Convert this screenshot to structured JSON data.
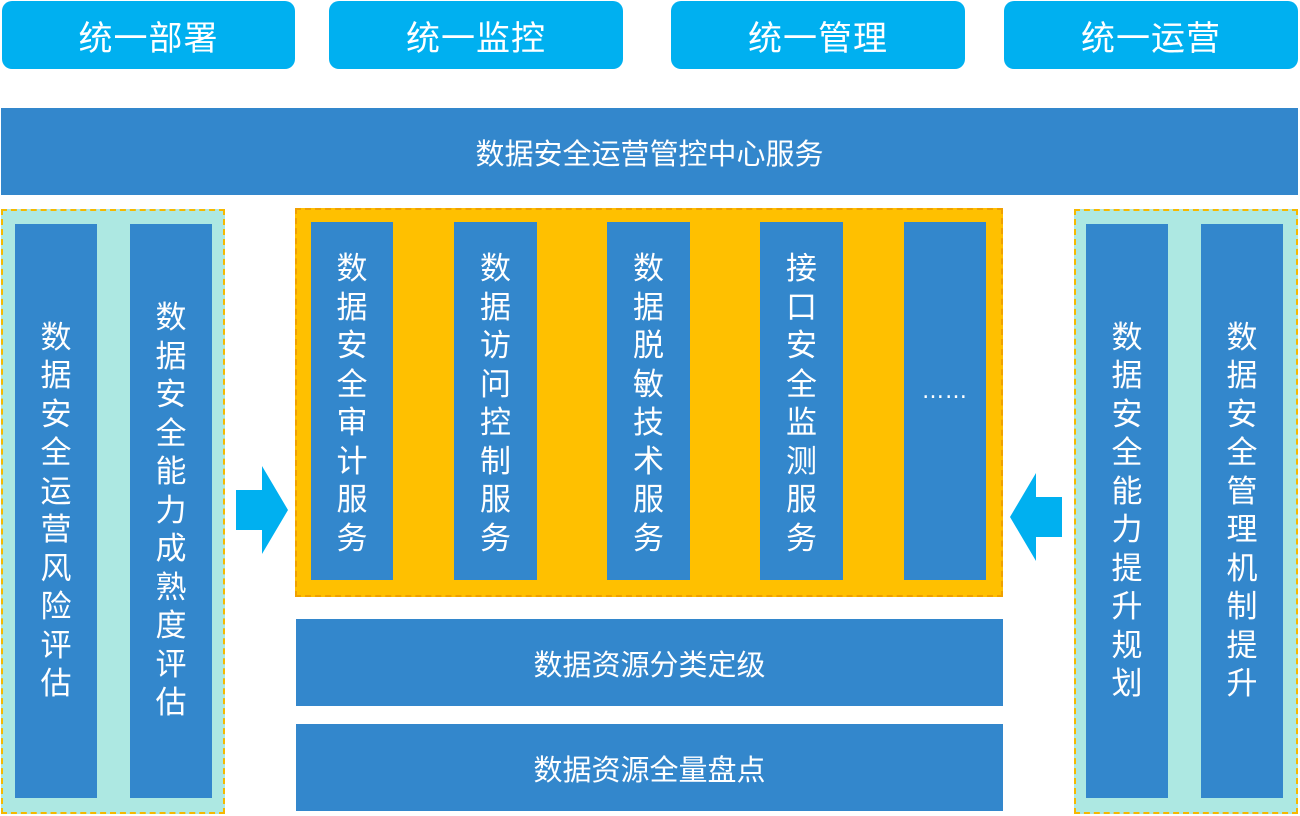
{
  "top_pills": [
    "统一部署",
    "统一监控",
    "统一管理",
    "统一运营"
  ],
  "center_service": "数据安全运营管控中心服务",
  "left_columns": [
    "数据安全运营风险评估",
    "数据安全能力成熟度评估"
  ],
  "middle_columns": [
    "数据安全审计服务",
    "数据访问控制服务",
    "数据脱敏技术服务",
    "接口安全监测服务",
    "……"
  ],
  "bottom_bars": [
    "数据资源分类定级",
    "数据资源全量盘点"
  ],
  "right_columns": [
    "数据安全能力提升规划",
    "数据安全管理机制提升"
  ],
  "colors": {
    "pill": "#00b0f0",
    "block": "#3387cc",
    "side_panel": "#ade8e2",
    "middle_panel": "#ffc000",
    "arrow": "#00b0f0"
  }
}
